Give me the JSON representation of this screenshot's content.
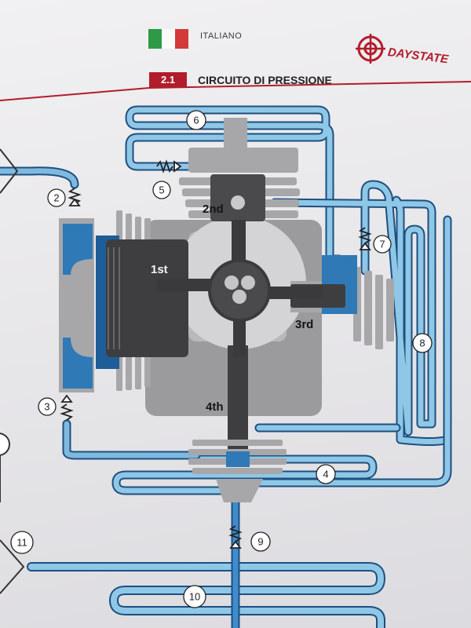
{
  "header": {
    "language": "ITALIANO",
    "brand": "DAYSTATE",
    "section_number": "2.1",
    "section_title": "CIRCUITO DI PRESSIONE"
  },
  "colors": {
    "accent": "#b21d2b",
    "pipe_dark": "#1f5f99",
    "pipe_light": "#8fc7e6",
    "metal": "#9a9a9c",
    "flag_green": "#2e9a46",
    "flag_red": "#d33a3a"
  },
  "stages": [
    "1st",
    "2nd",
    "3rd",
    "4th"
  ],
  "callouts": [
    "2",
    "3",
    "4",
    "5",
    "6",
    "7",
    "8",
    "9",
    "10",
    "11"
  ]
}
